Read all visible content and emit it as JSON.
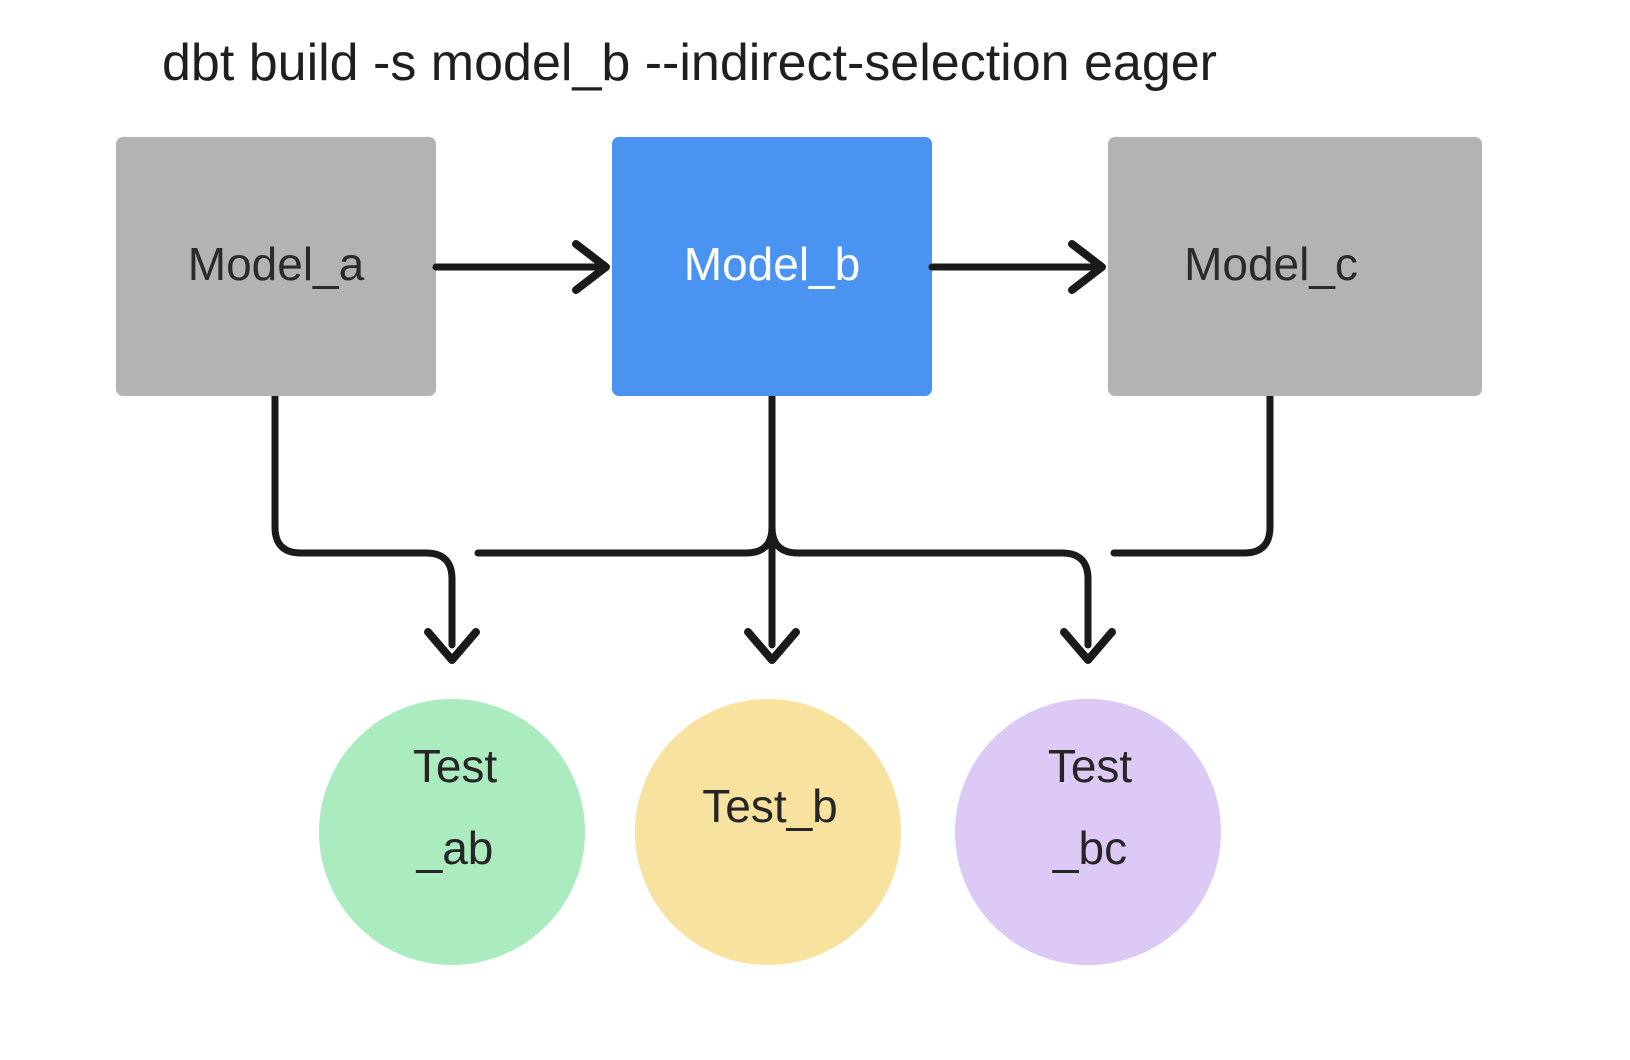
{
  "diagram": {
    "title": "dbt build -s model_b --indirect-selection eager",
    "background_color": "#ffffff",
    "edge_color": "#1a1a1a",
    "nodes": {
      "model_a": {
        "label": "Model_a",
        "shape": "rectangle",
        "fill": "#b3b3b3",
        "text_color": "#2b2b2b",
        "selected": false
      },
      "model_b": {
        "label": "Model_b",
        "shape": "rectangle",
        "fill": "#4a93f0",
        "text_color": "#ffffff",
        "selected": true
      },
      "model_c": {
        "label": "Model_c",
        "shape": "rectangle",
        "fill": "#b3b3b3",
        "text_color": "#2b2b2b",
        "selected": false
      },
      "test_ab": {
        "label_line1": "Test",
        "label_line2": "_ab",
        "shape": "circle",
        "fill": "#abebc0",
        "text_color": "#262626"
      },
      "test_b": {
        "label_line1": "Test_b",
        "label_line2": "",
        "shape": "circle",
        "fill": "#f8e2a0",
        "text_color": "#262626"
      },
      "test_bc": {
        "label_line1": "Test",
        "label_line2": "_bc",
        "shape": "circle",
        "fill": "#ddc9f5",
        "text_color": "#262626"
      }
    },
    "edges": [
      {
        "name": "model-a-to-model-b",
        "from": "model_a",
        "to": "model_b",
        "style": "straight-right"
      },
      {
        "name": "model-b-to-model-c",
        "from": "model_b",
        "to": "model_c",
        "style": "straight-right"
      },
      {
        "name": "model-a-to-test-ab",
        "from": "model_a",
        "to": "test_ab",
        "style": "orthogonal-down"
      },
      {
        "name": "model-b-to-test-ab",
        "from": "model_b",
        "to": "test_ab",
        "style": "orthogonal-down"
      },
      {
        "name": "model-b-to-test-b",
        "from": "model_b",
        "to": "test_b",
        "style": "orthogonal-down"
      },
      {
        "name": "model-b-to-test-bc",
        "from": "model_b",
        "to": "test_bc",
        "style": "orthogonal-down"
      },
      {
        "name": "model-c-to-test-bc",
        "from": "model_c",
        "to": "test_bc",
        "style": "orthogonal-down"
      }
    ]
  }
}
